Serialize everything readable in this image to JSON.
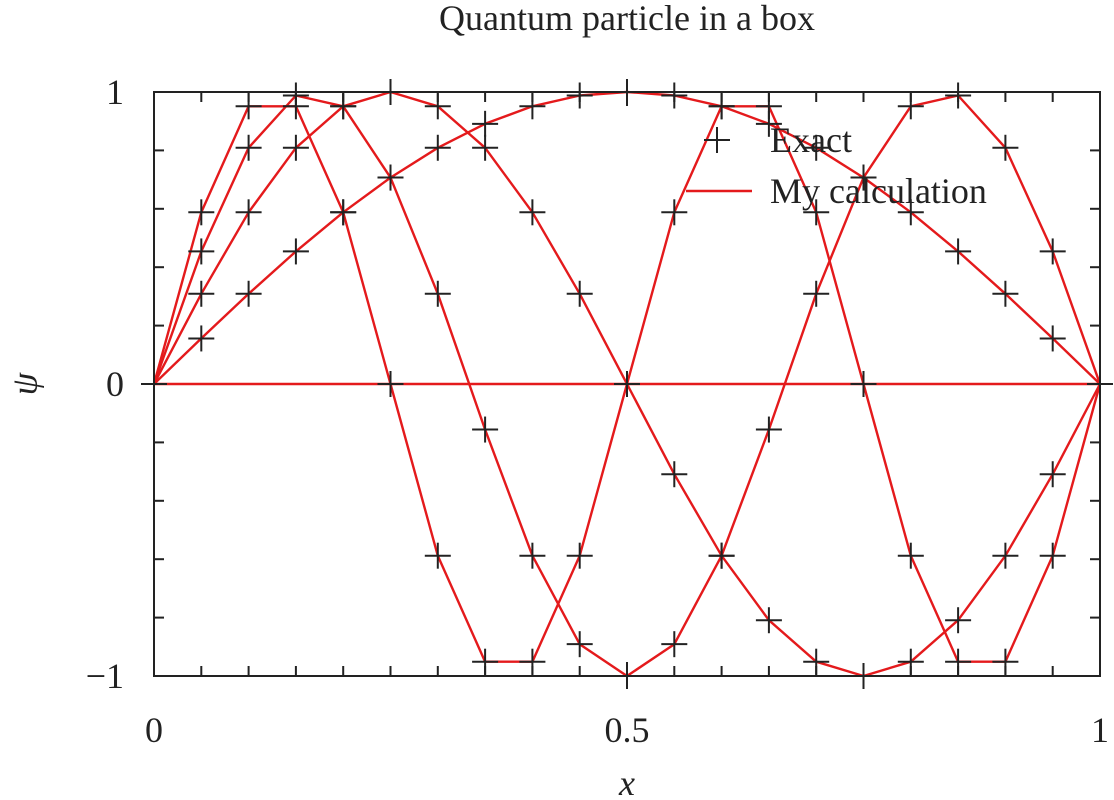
{
  "chart_data": {
    "type": "line",
    "title": "Quantum particle in a box",
    "xlabel": "x",
    "ylabel": "ψ",
    "xlim": [
      0,
      1
    ],
    "ylim": [
      -1,
      1
    ],
    "x_ticks": [
      0,
      0.5,
      1
    ],
    "x_tick_labels": [
      "0",
      "0.5",
      "1"
    ],
    "y_ticks": [
      -1,
      0,
      1
    ],
    "y_tick_labels": [
      "−1",
      "0",
      "1"
    ],
    "grid": false,
    "legend_position": "top-right",
    "legend": [
      {
        "label": "Exact",
        "marker": "plus",
        "color": "#222222"
      },
      {
        "label": "My calculation",
        "marker": "line",
        "color": "#e41a1c"
      }
    ],
    "x": [
      0,
      0.05,
      0.1,
      0.15,
      0.2,
      0.25,
      0.3,
      0.35,
      0.4,
      0.45,
      0.5,
      0.55,
      0.6,
      0.65,
      0.7,
      0.75,
      0.8,
      0.85,
      0.9,
      0.95,
      1
    ],
    "series": [
      {
        "marker": "plus",
        "color": "#222222",
        "values": [
          0,
          0.156,
          0.309,
          0.454,
          0.588,
          0.707,
          0.809,
          0.891,
          0.951,
          0.988,
          1,
          0.988,
          0.951,
          0.891,
          0.809,
          0.707,
          0.588,
          0.454,
          0.309,
          0.156,
          0
        ]
      },
      {
        "marker": "plus",
        "color": "#222222",
        "values": [
          0,
          0.309,
          0.588,
          0.809,
          0.951,
          1,
          0.951,
          0.809,
          0.588,
          0.309,
          0,
          -0.309,
          -0.588,
          -0.809,
          -0.951,
          -1,
          -0.951,
          -0.809,
          -0.588,
          -0.309,
          0
        ]
      },
      {
        "marker": "plus",
        "color": "#222222",
        "values": [
          0,
          0.454,
          0.809,
          0.988,
          0.951,
          0.707,
          0.309,
          -0.156,
          -0.588,
          -0.891,
          -1,
          -0.891,
          -0.588,
          -0.156,
          0.309,
          0.707,
          0.951,
          0.988,
          0.809,
          0.454,
          0
        ]
      },
      {
        "marker": "plus",
        "color": "#222222",
        "values": [
          0,
          0.588,
          0.951,
          0.951,
          0.588,
          0,
          -0.588,
          -0.951,
          -0.951,
          -0.588,
          0,
          0.588,
          0.951,
          0.951,
          0.588,
          0,
          -0.588,
          -0.951,
          -0.951,
          -0.588,
          0
        ]
      },
      {
        "marker": "line",
        "color": "#e41a1c",
        "values": [
          0,
          0.156,
          0.309,
          0.454,
          0.588,
          0.707,
          0.809,
          0.891,
          0.951,
          0.988,
          1,
          0.988,
          0.951,
          0.891,
          0.809,
          0.707,
          0.588,
          0.454,
          0.309,
          0.156,
          0
        ]
      },
      {
        "marker": "line",
        "color": "#e41a1c",
        "values": [
          0,
          0.309,
          0.588,
          0.809,
          0.951,
          1,
          0.951,
          0.809,
          0.588,
          0.309,
          0,
          -0.309,
          -0.588,
          -0.809,
          -0.951,
          -1,
          -0.951,
          -0.809,
          -0.588,
          -0.309,
          0
        ]
      },
      {
        "marker": "line",
        "color": "#e41a1c",
        "values": [
          0,
          0.454,
          0.809,
          0.988,
          0.951,
          0.707,
          0.309,
          -0.156,
          -0.588,
          -0.891,
          -1,
          -0.891,
          -0.588,
          -0.156,
          0.309,
          0.707,
          0.951,
          0.988,
          0.809,
          0.454,
          0
        ]
      },
      {
        "marker": "line",
        "color": "#e41a1c",
        "values": [
          0,
          0.588,
          0.951,
          0.951,
          0.588,
          0,
          -0.588,
          -0.951,
          -0.951,
          -0.588,
          0,
          0.588,
          0.951,
          0.951,
          0.588,
          0,
          -0.588,
          -0.951,
          -0.951,
          -0.588,
          0
        ]
      }
    ]
  }
}
